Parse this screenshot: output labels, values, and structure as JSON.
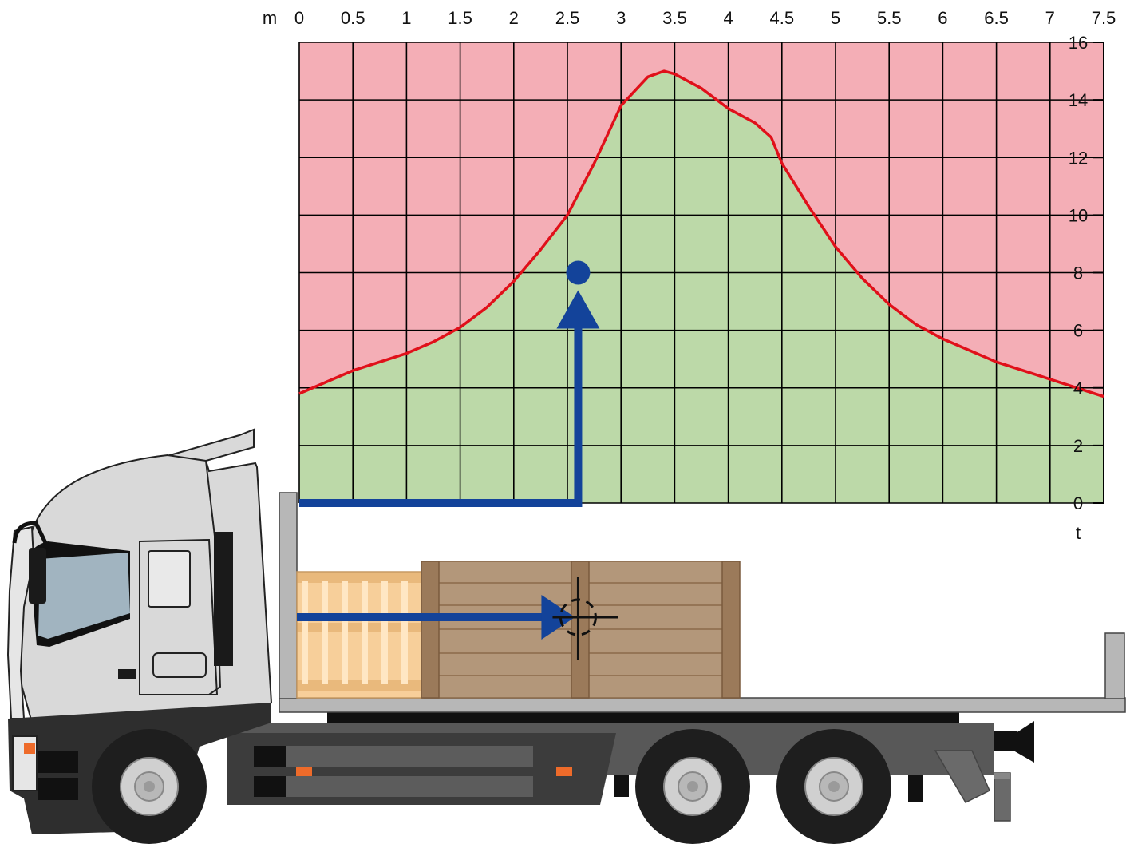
{
  "chart_data": {
    "type": "area",
    "title": "",
    "xlabel": "m",
    "ylabel": "t",
    "x_ticks": [
      "0",
      "0.5",
      "1",
      "1.5",
      "2",
      "2.5",
      "3",
      "3.5",
      "4",
      "4.5",
      "5",
      "5.5",
      "6",
      "6.5",
      "7",
      "7.5"
    ],
    "y_ticks": [
      "0",
      "2",
      "4",
      "6",
      "8",
      "10",
      "12",
      "14",
      "16"
    ],
    "xlim": [
      0,
      7.5
    ],
    "ylim": [
      0,
      16
    ],
    "grid": true,
    "regions": {
      "permitted_color": "#bcd9a8",
      "exceeded_color": "#f4aeb6"
    },
    "series": [
      {
        "color": "#e0101a",
        "x": [
          0,
          0.25,
          0.5,
          0.75,
          1.0,
          1.25,
          1.5,
          1.75,
          2.0,
          2.25,
          2.5,
          2.75,
          3.0,
          3.25,
          3.4,
          3.5,
          3.75,
          4.0,
          4.25,
          4.4,
          4.5,
          4.75,
          5.0,
          5.25,
          5.5,
          5.75,
          6.0,
          6.25,
          6.5,
          6.75,
          7.0,
          7.25,
          7.5
        ],
        "y": [
          3.8,
          4.2,
          4.6,
          4.9,
          5.2,
          5.6,
          6.1,
          6.8,
          7.7,
          8.8,
          10.0,
          11.8,
          13.8,
          14.8,
          15.0,
          14.9,
          14.4,
          13.7,
          13.2,
          12.7,
          11.8,
          10.3,
          8.9,
          7.8,
          6.9,
          6.2,
          5.7,
          5.3,
          4.9,
          4.6,
          4.3,
          4.0,
          3.7
        ]
      }
    ],
    "marker": {
      "x": 2.6,
      "y": 8.0,
      "color": "#13439a"
    },
    "center_of_gravity_distance": 2.6
  },
  "colors": {
    "guide_arrow": "#13439a",
    "grid": "#000000",
    "truck_body": "#d9d9d9",
    "chassis": "#585858",
    "crate": "#b3977a",
    "crate_post": "#9b7a5a",
    "pallet": "#f7cf9a",
    "indicator": "#ee6b2a"
  },
  "icons": {
    "load_center": "crosshair-target-icon"
  }
}
